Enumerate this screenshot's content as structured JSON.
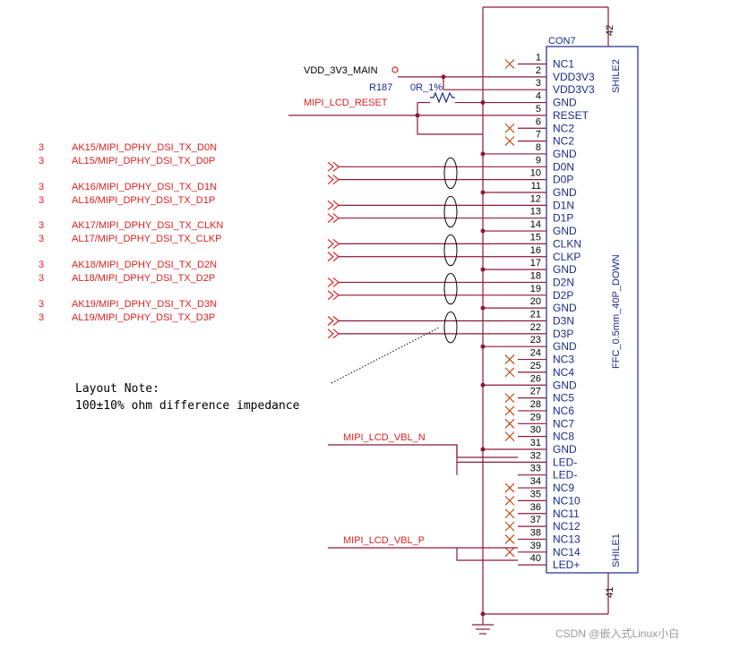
{
  "connector": {
    "ref": "CON7",
    "part": "FFC_0.5mm_40P_DOWN",
    "shield_top": "SHILE2",
    "shield_bottom": "SHILE1",
    "shield_pin_top": "42",
    "shield_pin_bottom": "41"
  },
  "pins": [
    {
      "num": "1",
      "name": "NC1"
    },
    {
      "num": "2",
      "name": "VDD3V3"
    },
    {
      "num": "3",
      "name": "VDD3V3"
    },
    {
      "num": "4",
      "name": "GND"
    },
    {
      "num": "5",
      "name": "RESET"
    },
    {
      "num": "6",
      "name": "NC2"
    },
    {
      "num": "7",
      "name": "NC2"
    },
    {
      "num": "8",
      "name": "GND"
    },
    {
      "num": "9",
      "name": "D0N"
    },
    {
      "num": "10",
      "name": "D0P"
    },
    {
      "num": "11",
      "name": "GND"
    },
    {
      "num": "12",
      "name": "D1N"
    },
    {
      "num": "13",
      "name": "D1P"
    },
    {
      "num": "14",
      "name": "GND"
    },
    {
      "num": "15",
      "name": "CLKN"
    },
    {
      "num": "16",
      "name": "CLKP"
    },
    {
      "num": "17",
      "name": "GND"
    },
    {
      "num": "18",
      "name": "D2N"
    },
    {
      "num": "19",
      "name": "D2P"
    },
    {
      "num": "20",
      "name": "GND"
    },
    {
      "num": "21",
      "name": "D3N"
    },
    {
      "num": "22",
      "name": "D3P"
    },
    {
      "num": "23",
      "name": "GND"
    },
    {
      "num": "24",
      "name": "NC3"
    },
    {
      "num": "25",
      "name": "NC4"
    },
    {
      "num": "26",
      "name": "GND"
    },
    {
      "num": "27",
      "name": "NC5"
    },
    {
      "num": "28",
      "name": "NC6"
    },
    {
      "num": "29",
      "name": "NC7"
    },
    {
      "num": "30",
      "name": "NC8"
    },
    {
      "num": "31",
      "name": "GND"
    },
    {
      "num": "32",
      "name": "LED-"
    },
    {
      "num": "33",
      "name": "LED-"
    },
    {
      "num": "34",
      "name": "NC9"
    },
    {
      "num": "35",
      "name": "NC10"
    },
    {
      "num": "36",
      "name": "NC11"
    },
    {
      "num": "37",
      "name": "NC12"
    },
    {
      "num": "38",
      "name": "NC13"
    },
    {
      "num": "39",
      "name": "NC14"
    },
    {
      "num": "40",
      "name": "LED+"
    }
  ],
  "power": {
    "vdd_net": "VDD_3V3_MAIN",
    "resistor_ref": "R187",
    "resistor_value": "0R_1%",
    "reset_net": "MIPI_LCD_RESET"
  },
  "diff_signals": [
    {
      "sheet": "3",
      "label": "AK15/MIPI_DPHY_DSI_TX_D0N"
    },
    {
      "sheet": "3",
      "label": "AL15/MIPI_DPHY_DSI_TX_D0P"
    },
    {
      "sheet": "3",
      "label": "AK16/MIPI_DPHY_DSI_TX_D1N"
    },
    {
      "sheet": "3",
      "label": "AL16/MIPI_DPHY_DSI_TX_D1P"
    },
    {
      "sheet": "3",
      "label": "AK17/MIPI_DPHY_DSI_TX_CLKN"
    },
    {
      "sheet": "3",
      "label": "AL17/MIPI_DPHY_DSI_TX_CLKP"
    },
    {
      "sheet": "3",
      "label": "AK18/MIPI_DPHY_DSI_TX_D2N"
    },
    {
      "sheet": "3",
      "label": "AL18/MIPI_DPHY_DSI_TX_D2P"
    },
    {
      "sheet": "3",
      "label": "AK19/MIPI_DPHY_DSI_TX_D3N"
    },
    {
      "sheet": "3",
      "label": "AL19/MIPI_DPHY_DSI_TX_D3P"
    }
  ],
  "note": {
    "line1": "Layout Note:",
    "line2": "100±10% ohm difference impedance"
  },
  "backlight": {
    "vbl_n": "MIPI_LCD_VBL_N",
    "vbl_p": "MIPI_LCD_VBL_P"
  },
  "watermark": "CSDN @嵌入式Linux小白",
  "colors": {
    "wire": "#8b1a3a",
    "pin_text": "#1a2a8c",
    "net_text": "#e02020",
    "box": "#1a2a8c",
    "nc_mark": "#c04000",
    "black": "#000000"
  }
}
